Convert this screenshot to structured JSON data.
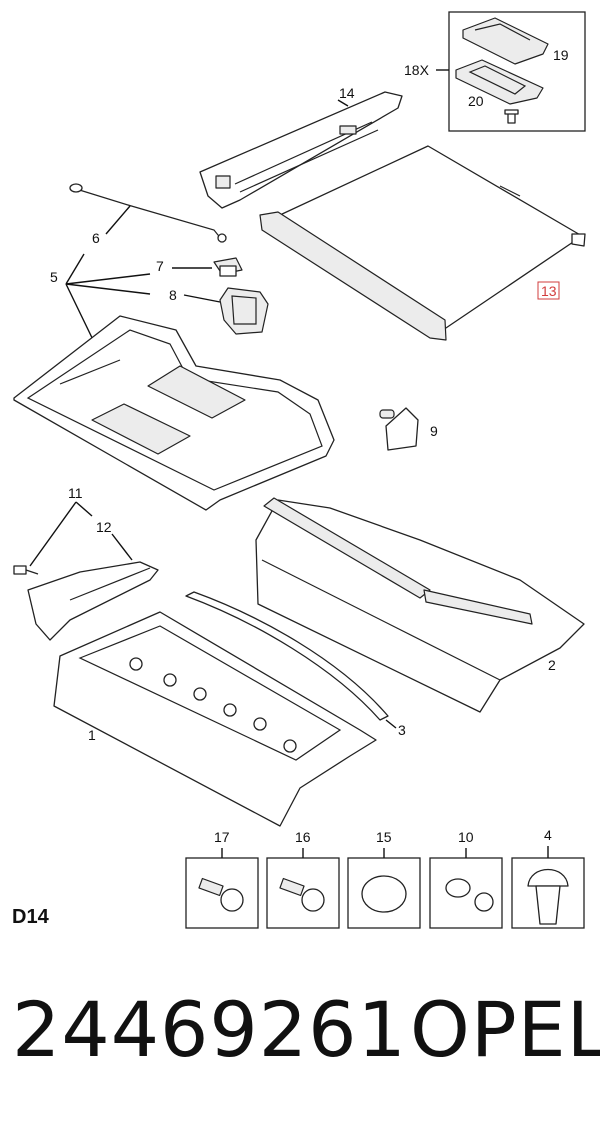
{
  "diagram": {
    "callouts": [
      {
        "id": "1",
        "text": "1"
      },
      {
        "id": "2",
        "text": "2"
      },
      {
        "id": "3",
        "text": "3"
      },
      {
        "id": "4",
        "text": "4"
      },
      {
        "id": "5",
        "text": "5"
      },
      {
        "id": "6",
        "text": "6"
      },
      {
        "id": "7",
        "text": "7"
      },
      {
        "id": "8",
        "text": "8"
      },
      {
        "id": "9",
        "text": "9"
      },
      {
        "id": "10",
        "text": "10"
      },
      {
        "id": "11",
        "text": "11"
      },
      {
        "id": "12",
        "text": "12"
      },
      {
        "id": "13",
        "text": "13"
      },
      {
        "id": "14",
        "text": "14"
      },
      {
        "id": "15",
        "text": "15"
      },
      {
        "id": "16",
        "text": "16"
      },
      {
        "id": "17",
        "text": "17"
      },
      {
        "id": "18X",
        "text": "18X"
      },
      {
        "id": "19",
        "text": "19"
      },
      {
        "id": "20",
        "text": "20"
      }
    ],
    "highlight_color": "#d23c3c"
  },
  "footer": {
    "section_code": "D14",
    "part_number": "24469261",
    "brand": "OPEL"
  }
}
